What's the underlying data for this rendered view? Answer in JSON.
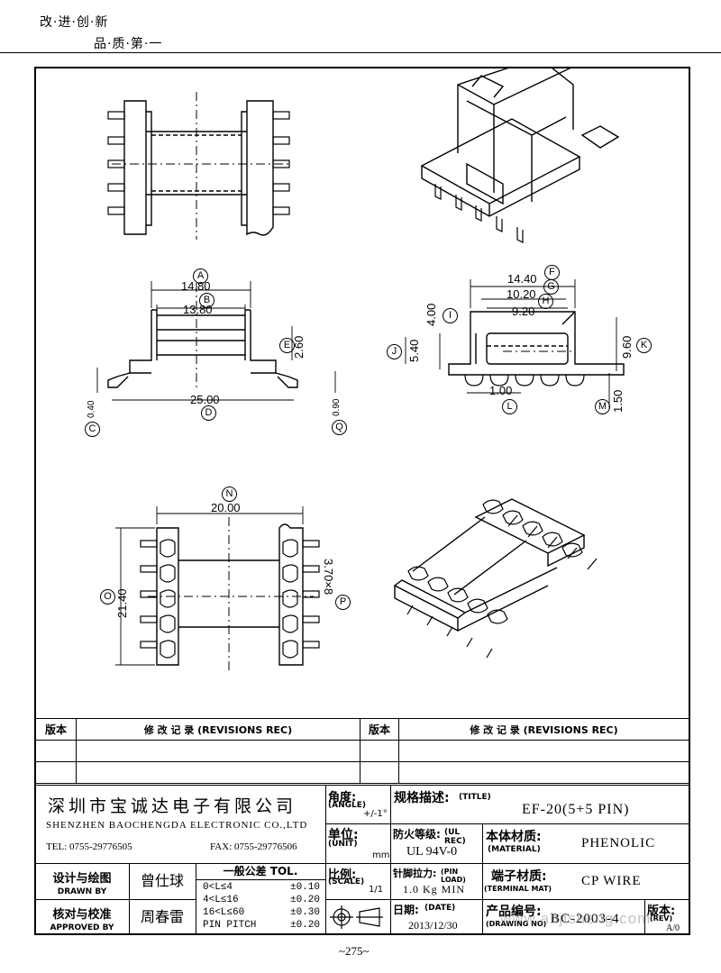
{
  "header": {
    "slogan_line1": "改·进·创·新",
    "slogan_line2": "品·质·第·一"
  },
  "dims": {
    "A": "A",
    "B": "B",
    "C": "C",
    "D": "D",
    "E": "E",
    "F": "F",
    "G": "G",
    "H": "H",
    "I": "I",
    "J": "J",
    "K": "K",
    "L": "L",
    "M": "M",
    "N": "N",
    "O": "O",
    "P": "P",
    "Q": "Q",
    "d_14_80": "14.80",
    "d_13_80": "13.80",
    "d_2_60": "2.60",
    "d_0_40": "0.40",
    "d_25_00": "25.00",
    "d_0_90": "0.90",
    "d_14_40": "14.40",
    "d_10_20": "10.20",
    "d_9_20": "9.20",
    "d_4_00": "4.00",
    "d_5_40": "5.40",
    "d_9_60": "9.60",
    "d_1_00": "1.00",
    "d_1_50": "1.50",
    "d_20_00": "20.00",
    "d_21_40": "21.40",
    "d_3_70x8": "3.70×8"
  },
  "revisions": {
    "col1_label": "版本",
    "col2_label": "修 改 记 录  (REVISIONS REC)",
    "col3_label": "版本",
    "col4_label": "修 改 记 录  (REVISIONS REC)"
  },
  "title_block": {
    "company_cn": "深圳市宝诚达电子有限公司",
    "company_en": "SHENZHEN BAOCHENGDA ELECTRONIC CO.,LTD",
    "tel": "TEL: 0755-29776505",
    "fax": "FAX: 0755-29776506",
    "angle_label": "角度:",
    "angle_en": "(ANGLE)",
    "angle_val": "+/-1°",
    "title_label": "规格描述:",
    "title_en": "(TITLE)",
    "title_val": "EF-20(5+5 PIN)",
    "unit_label": "单位:",
    "unit_en": "(UNIT)",
    "unit_val": "mm",
    "ul_label": "防火等级:",
    "ul_en": "(UL REC)",
    "ul_val": "UL 94V-0",
    "material_label": "本体材质:",
    "material_en": "(MATERIAL)",
    "material_val": "PHENOLIC",
    "drawn_label": "设计与绘图",
    "drawn_en": "DRAWN BY",
    "drawn_val": "曾仕球",
    "tol_title": "一般公差 TOL.",
    "tol_rows": [
      {
        "range": "0<L≤4",
        "tol": "±0.10"
      },
      {
        "range": "4<L≤16",
        "tol": "±0.20"
      },
      {
        "range": "16<L≤60",
        "tol": "±0.30"
      },
      {
        "range": "PIN PITCH",
        "tol": "±0.20"
      }
    ],
    "scale_label": "比例:",
    "scale_en": "(SCALE)",
    "scale_val": "1/1",
    "pinload_label": "针脚拉力:",
    "pinload_en": "(PIN LOAD)",
    "pinload_val": "1.0 Kg MIN",
    "terminal_label": "端子材质:",
    "terminal_en": "(TERMINAL MAT)",
    "terminal_val": "CP WIRE",
    "approved_label": "核对与校准",
    "approved_en": "APPROVED BY",
    "approved_val": "周春雷",
    "date_label": "日期:",
    "date_en": "(DATE)",
    "date_val": "2013/12/30",
    "drawing_label": "产品编号:",
    "drawing_en": "(DRAWING NO)",
    "drawing_val": "BC-2003-4",
    "rev_label": "版本:",
    "rev_en": "(REV)",
    "rev_val": "A/0"
  },
  "watermark": "www.ahjisheng.com",
  "page_number": "~275~"
}
